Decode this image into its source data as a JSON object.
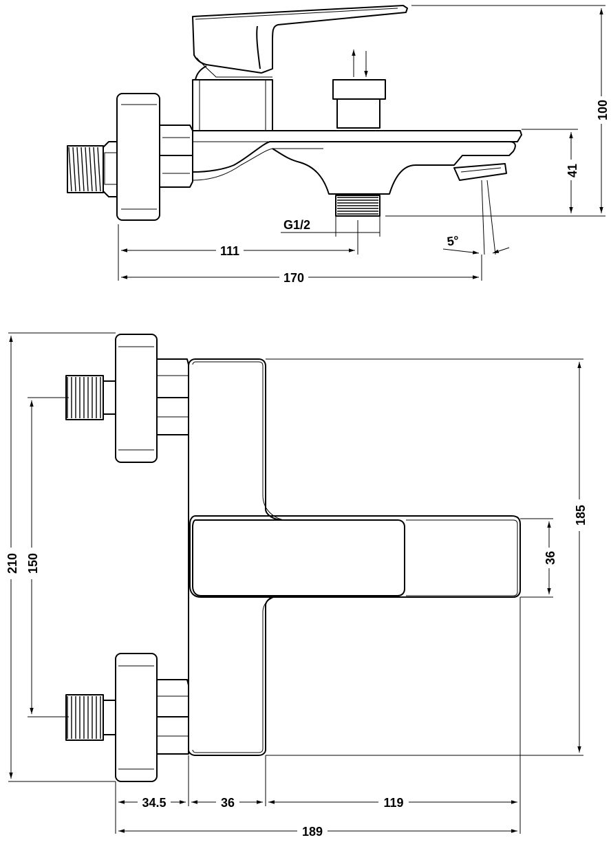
{
  "top_view": {
    "dims": {
      "height_total": "100",
      "spout_height": "41",
      "thread": "G1/2",
      "angle": "5°",
      "outlet_distance": "111",
      "projection": "170"
    }
  },
  "front_view": {
    "dims": {
      "overall_height": "210",
      "connection_spacing": "150",
      "body_height": "185",
      "lever_width": "36",
      "eccentric_depth": "34.5",
      "body_depth": "36",
      "lever_length": "119",
      "overall_depth": "189"
    }
  }
}
